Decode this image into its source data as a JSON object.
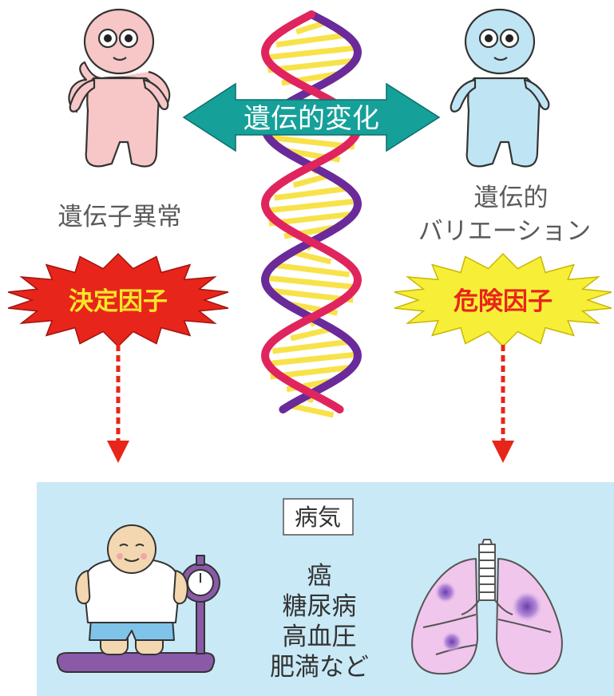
{
  "arrow_label": "遺伝的変化",
  "left": {
    "label": "遺伝子異常",
    "factor": "決定因子"
  },
  "right": {
    "label_line1": "遺伝的",
    "label_line2": "バリエーション",
    "factor": "危険因子"
  },
  "disease": {
    "title": "病気",
    "items": [
      "癌",
      "糖尿病",
      "高血圧",
      "肥満など"
    ]
  },
  "colors": {
    "pink_person": "#f6c7c6",
    "blue_person": "#bfe5f4",
    "teal_arrow": "#16a09a",
    "red_burst": "#e8251a",
    "yellow_burst": "#f7ef37",
    "panel": "#c9e9f6",
    "dna_pink": "#e0255e",
    "dna_purple": "#6a2a9a",
    "dna_yellow": "#f8e24a"
  }
}
